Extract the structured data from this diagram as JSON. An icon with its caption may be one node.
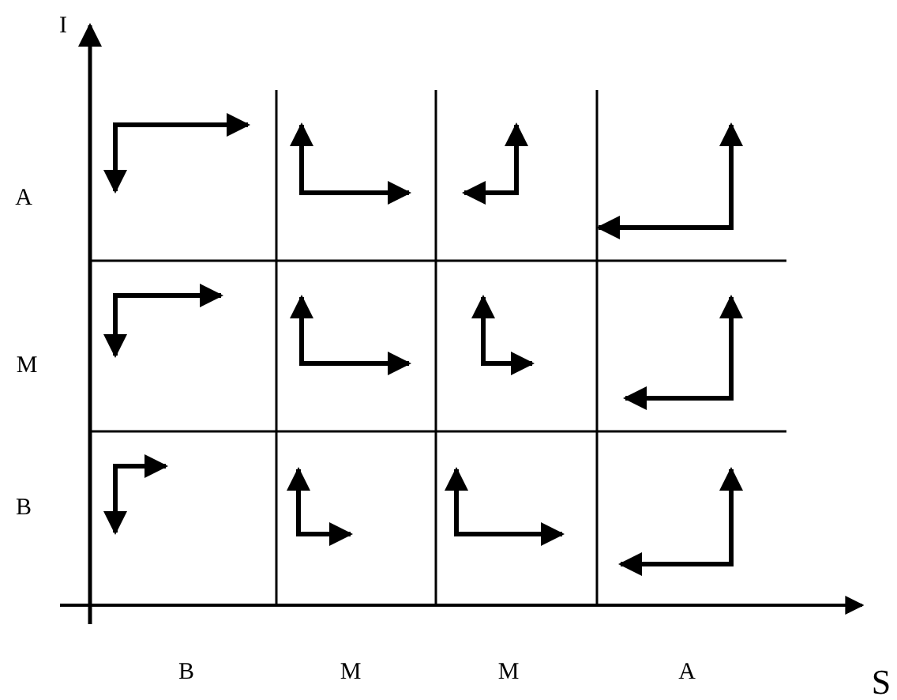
{
  "diagram": {
    "labels": [
      "I",
      "A",
      "M",
      "B",
      "B",
      "M",
      "M",
      "A",
      "S"
    ]
  }
}
